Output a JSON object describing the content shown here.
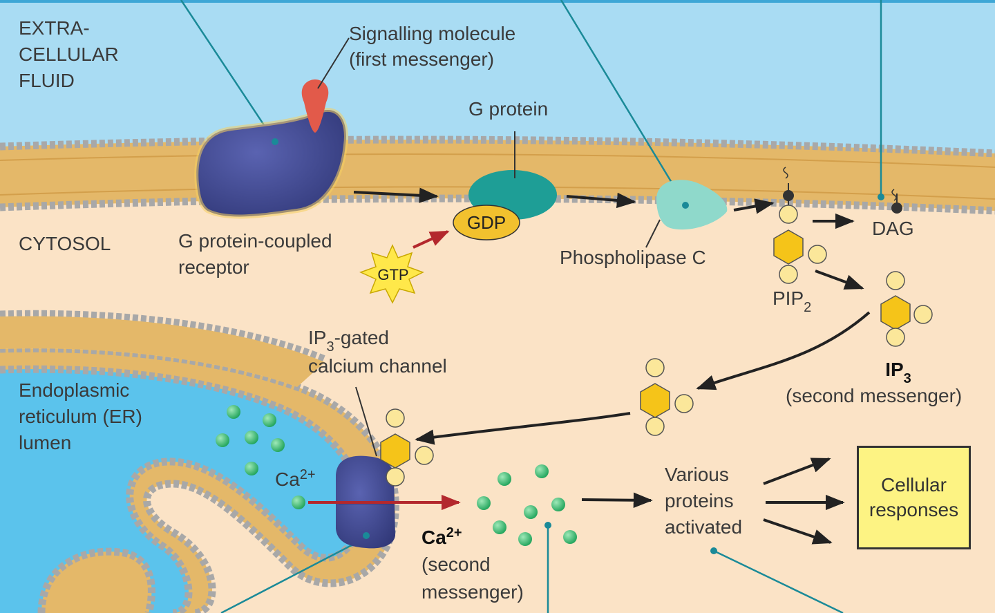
{
  "regions": {
    "extracellular": "EXTRA-\nCELLULAR\nFLUID",
    "cytosol": "CYTOSOL",
    "er_lumen": "Endoplasmic\nreticulum (ER)\nlumen"
  },
  "labels": {
    "signalling_molecule": "Signalling molecule\n(first messenger)",
    "g_protein": "G protein",
    "gpcr": "G protein-coupled\nreceptor",
    "gdp": "GDP",
    "gtp": "GTP",
    "phospholipase_c": "Phospholipase C",
    "dag": "DAG",
    "pip2_main": "PIP",
    "pip2_sub": "2",
    "ip3_main": "IP",
    "ip3_sub": "3",
    "ip3_desc": "(second messenger)",
    "ip3_channel_pre": "IP",
    "ip3_channel_sub": "3",
    "ip3_channel_post": "-gated",
    "ip3_channel_line2": "calcium channel",
    "ca_lumen_main": "Ca",
    "ca_lumen_sup": "2+",
    "ca_cyto_main": "Ca",
    "ca_cyto_sup": "2+",
    "ca_cyto_desc": "(second\nmessenger)",
    "various_proteins": "Various\nproteins\nactivated",
    "cellular_responses": "Cellular\nresponses"
  },
  "colors": {
    "extracellular": "#a9dcf3",
    "cytosol": "#fbe3c6",
    "er_lumen": "#5bc3ec",
    "membrane": "#e4b869",
    "membrane_head": "#a8a8a8",
    "receptor": "#3f478f",
    "signal_molecule": "#e25a4a",
    "g_protein": "#1e9e96",
    "gdp": "#f2c12e",
    "gtp": "#ffe84a",
    "phospholipase": "#8fd9cb",
    "ip3_hex": "#f5c419",
    "ip3_ring": "#fbe79a",
    "calcium": "#2fb86a",
    "arrow": "#222222",
    "red_arrow": "#b3282d",
    "callout_line": "#1a8a98",
    "response_box": "#fdf383"
  }
}
